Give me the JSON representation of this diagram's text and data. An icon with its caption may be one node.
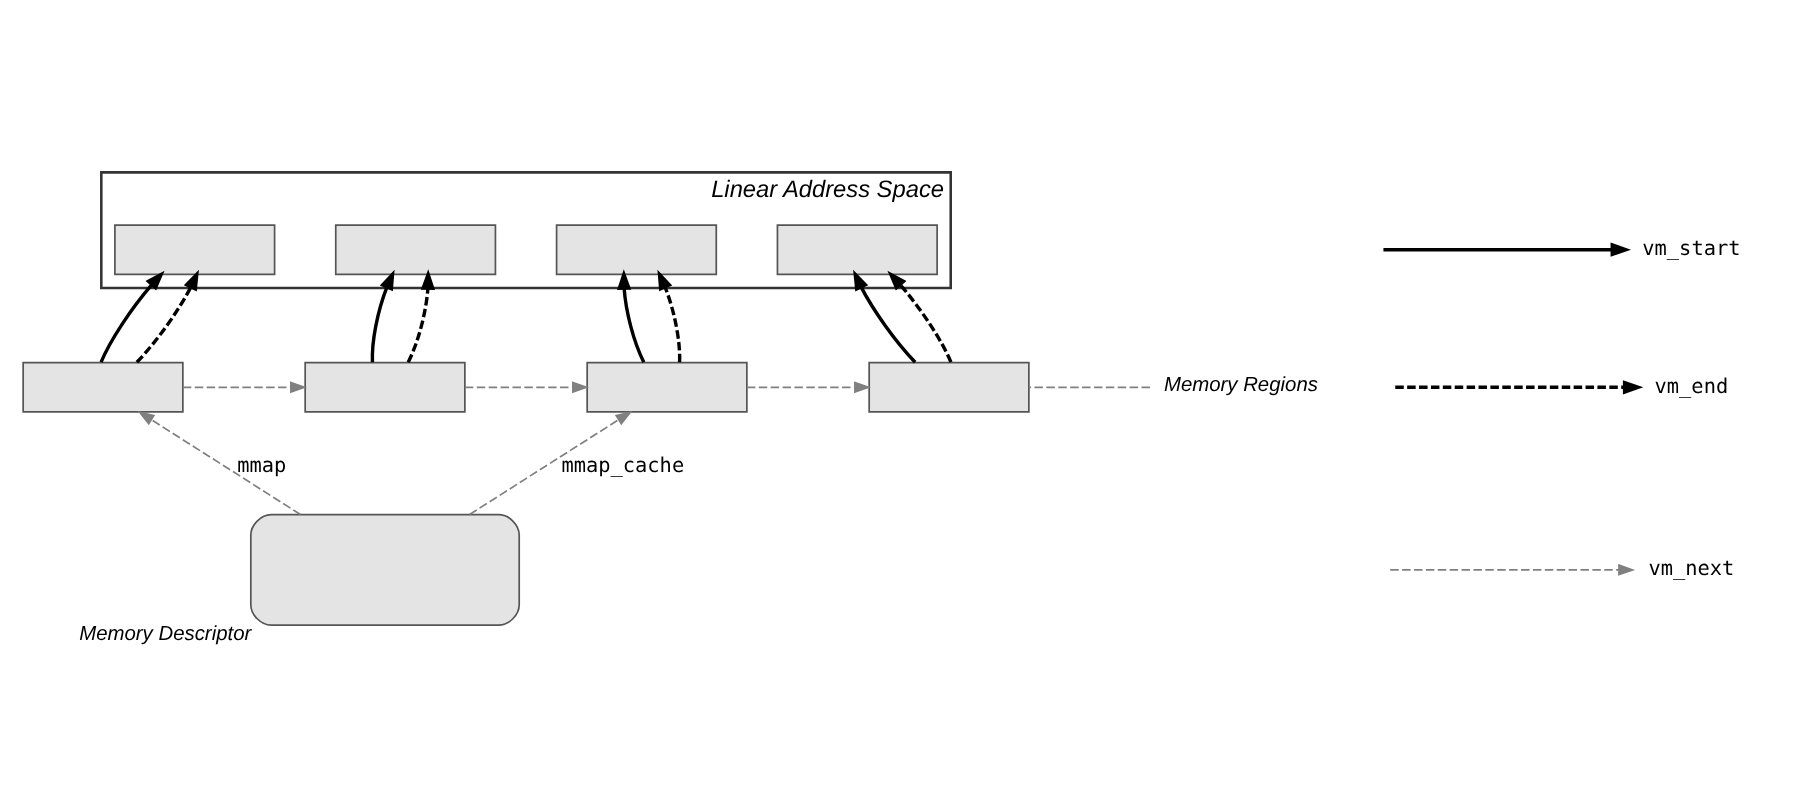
{
  "diagram": {
    "nodes": [
      {
        "text": [
          "Linear Address Space"
        ]
      },
      {
        "text": [],
        "shape": "box",
        "in": 0
      },
      {
        "text": [],
        "shape": "box",
        "in": 0
      },
      {
        "text": [],
        "shape": "box",
        "in": 0
      },
      {
        "text": [],
        "shape": "box",
        "in": 0
      },
      {
        "text": [],
        "shape": "box"
      },
      {
        "text": [],
        "shape": "box"
      },
      {
        "text": [],
        "shape": "box"
      },
      {
        "text": [],
        "shape": "box"
      },
      {
        "text": [
          "Memory Regions"
        ]
      },
      {
        "text": [],
        "shape": "box",
        "beside": [
          "Memory Descriptor"
        ]
      }
    ],
    "edges": [
      {
        "from": 5,
        "to": 1,
        "arrow": "to"
      },
      {
        "from": 5,
        "to": 1,
        "arrow": "to",
        "style": "dashed"
      },
      {
        "from": 6,
        "to": 2,
        "arrow": "to"
      },
      {
        "from": 6,
        "to": 2,
        "arrow": "to",
        "style": "dashed"
      },
      {
        "from": 7,
        "to": 3,
        "arrow": "to"
      },
      {
        "from": 7,
        "to": 3,
        "arrow": "to",
        "style": "dashed"
      },
      {
        "from": 8,
        "to": 4,
        "arrow": "to"
      },
      {
        "from": 8,
        "to": 4,
        "arrow": "to",
        "style": "dashed"
      },
      {
        "from": 5,
        "to": 6,
        "arrow": "to",
        "style": "dashed",
        "color": "#808080"
      },
      {
        "from": 6,
        "to": 7,
        "arrow": "to",
        "style": "dashed",
        "color": "#808080"
      },
      {
        "from": 7,
        "to": 8,
        "arrow": "to",
        "style": "dashed",
        "color": "#808080"
      },
      {
        "from": 10,
        "to": 5,
        "arrow": "to",
        "label": "mmap",
        "style": "dashed",
        "color": "#808080"
      },
      {
        "from": 10,
        "to": 7,
        "arrow": "to",
        "label": "mmap_cache",
        "style": "dashed",
        "color": "#808080"
      },
      {
        "from": 9,
        "to": 8,
        "arrow": "none",
        "style": "dashed",
        "color": "#808080"
      }
    ],
    "legend": [
      {
        "text": "vm_start"
      },
      {
        "text": "vm_end"
      },
      {
        "text": "vm_next"
      }
    ]
  }
}
